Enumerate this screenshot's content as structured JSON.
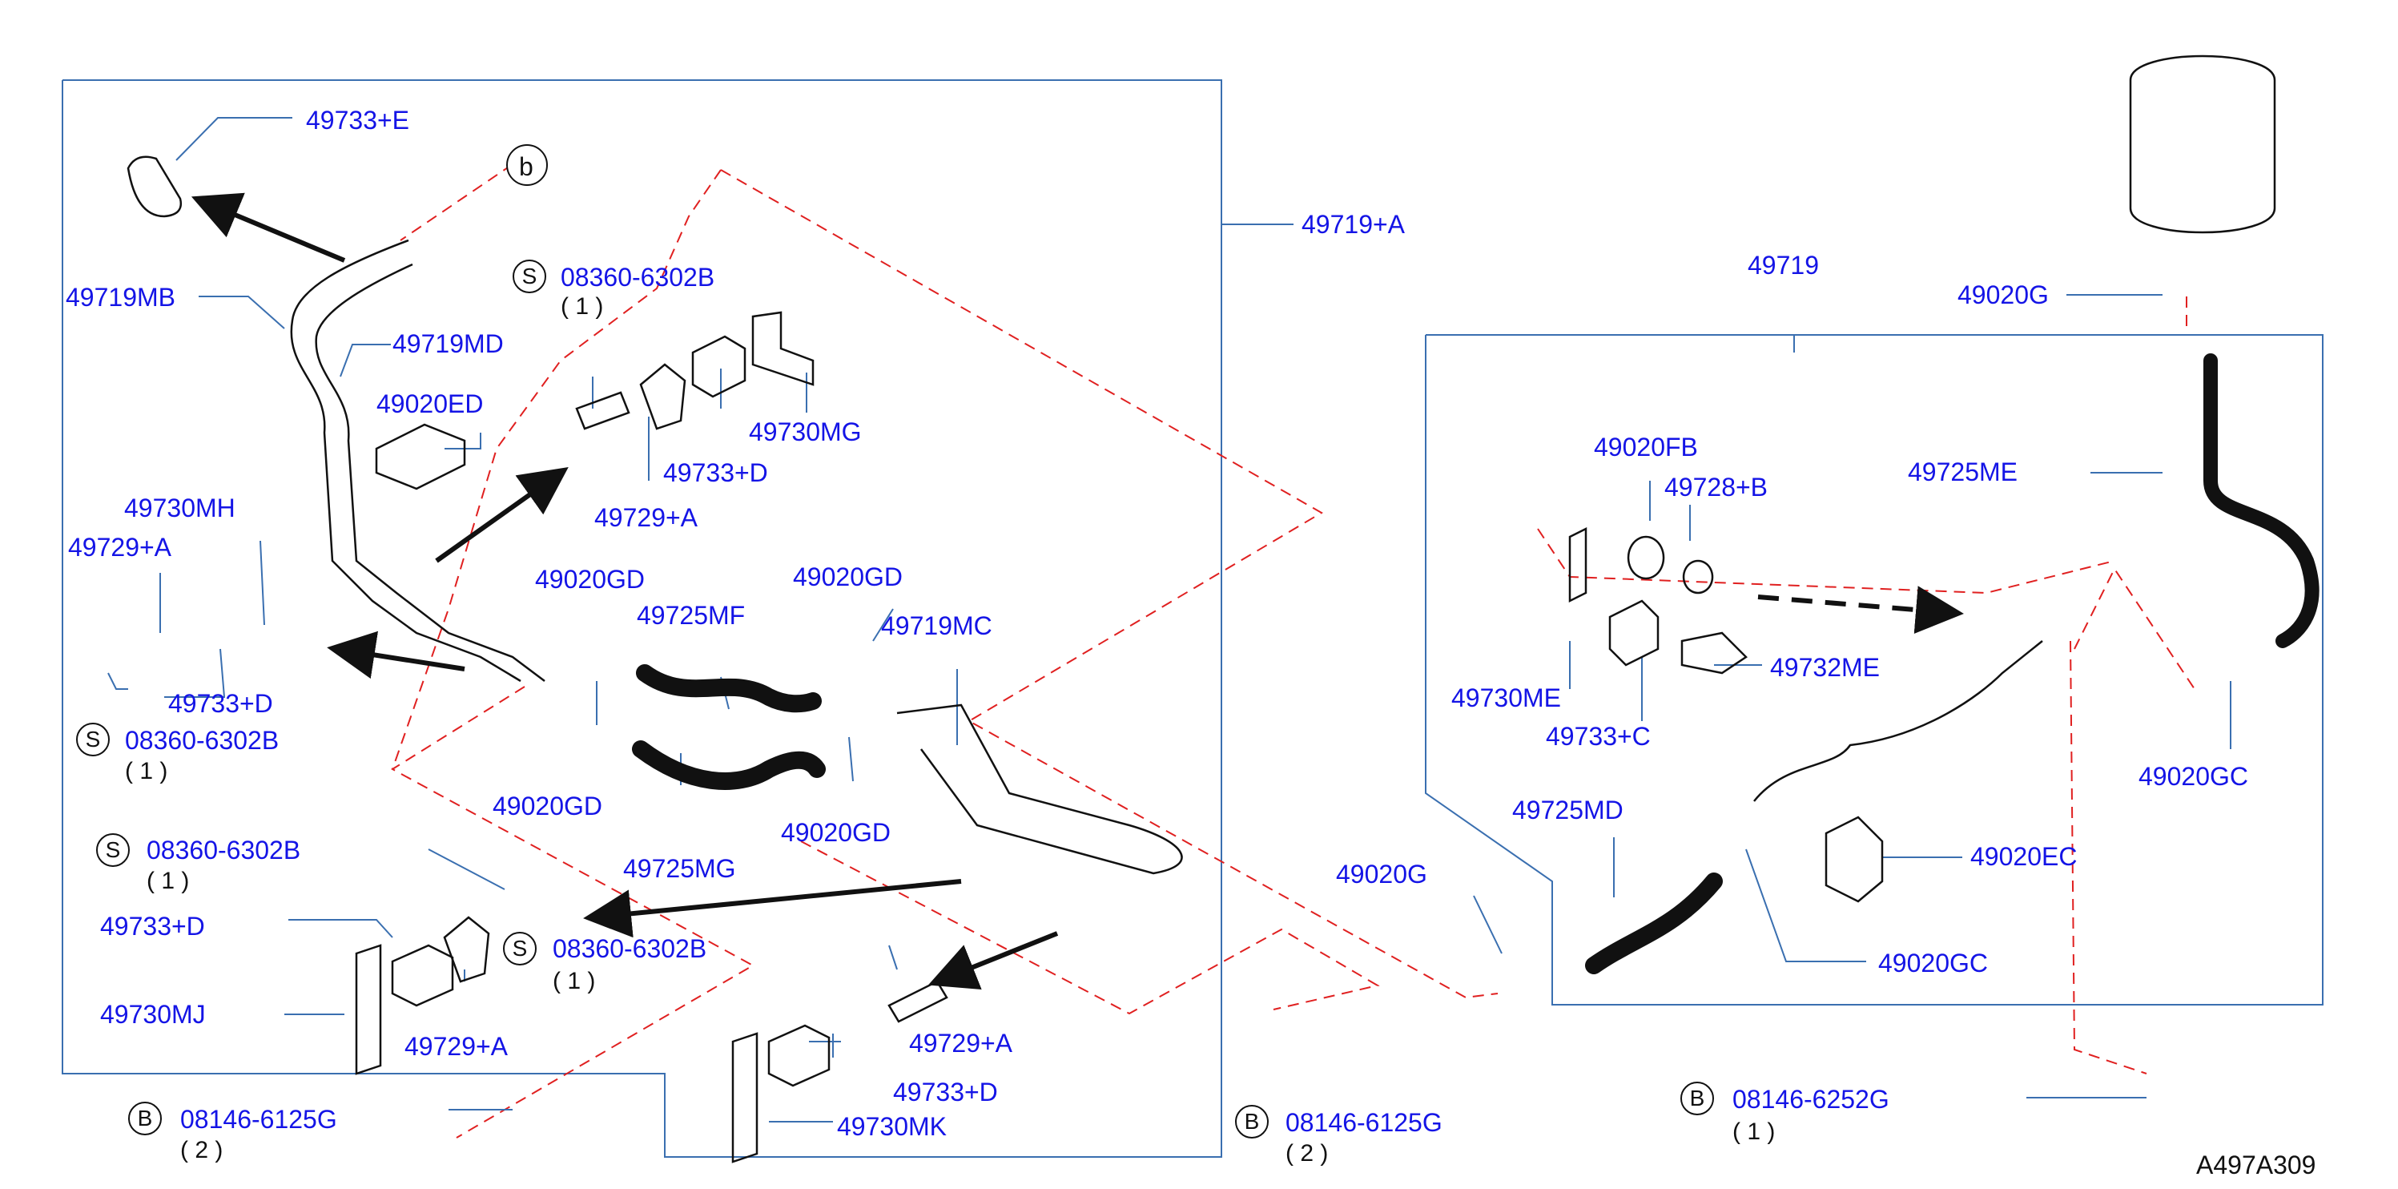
{
  "diagram_code": "A497A309",
  "parts": [
    {
      "id": "p-49733e",
      "text": "49733+E"
    },
    {
      "id": "p-49719a",
      "text": "49719+A"
    },
    {
      "id": "p-49719mb",
      "text": "49719MB"
    },
    {
      "id": "p-49719md",
      "text": "49719MD"
    },
    {
      "id": "p-49020ed",
      "text": "49020ED"
    },
    {
      "id": "p-49730mg",
      "text": "49730MG"
    },
    {
      "id": "p-49733d-1",
      "text": "49733+D"
    },
    {
      "id": "p-49729a-1",
      "text": "49729+A"
    },
    {
      "id": "p-49730mh",
      "text": "49730MH"
    },
    {
      "id": "p-49729a-2",
      "text": "49729+A"
    },
    {
      "id": "p-49733d-2",
      "text": "49733+D"
    },
    {
      "id": "p-49020gd-1",
      "text": "49020GD"
    },
    {
      "id": "p-49725mf",
      "text": "49725MF"
    },
    {
      "id": "p-49020gd-2",
      "text": "49020GD"
    },
    {
      "id": "p-49719mc",
      "text": "49719MC"
    },
    {
      "id": "p-49020gd-3",
      "text": "49020GD"
    },
    {
      "id": "p-49725mg",
      "text": "49725MG"
    },
    {
      "id": "p-49020gd-4",
      "text": "49020GD"
    },
    {
      "id": "p-49733d-3",
      "text": "49733+D"
    },
    {
      "id": "p-49730mj",
      "text": "49730MJ"
    },
    {
      "id": "p-49729a-3",
      "text": "49729+A"
    },
    {
      "id": "p-49729a-4",
      "text": "49729+A"
    },
    {
      "id": "p-49733d-4",
      "text": "49733+D"
    },
    {
      "id": "p-49730mk",
      "text": "49730MK"
    },
    {
      "id": "p-49719",
      "text": "49719"
    },
    {
      "id": "p-49020g-1",
      "text": "49020G"
    },
    {
      "id": "p-49020fb",
      "text": "49020FB"
    },
    {
      "id": "p-49728b",
      "text": "49728+B"
    },
    {
      "id": "p-49725me",
      "text": "49725ME"
    },
    {
      "id": "p-49730me",
      "text": "49730ME"
    },
    {
      "id": "p-49732me",
      "text": "49732ME"
    },
    {
      "id": "p-49733c",
      "text": "49733+C"
    },
    {
      "id": "p-49020gc-1",
      "text": "49020GC"
    },
    {
      "id": "p-49725md",
      "text": "49725MD"
    },
    {
      "id": "p-49020g-2",
      "text": "49020G"
    },
    {
      "id": "p-49020ec",
      "text": "49020EC"
    },
    {
      "id": "p-49020gc-2",
      "text": "49020GC"
    }
  ],
  "fasteners": [
    {
      "id": "s1",
      "badge": "S",
      "code": "08360-6302B",
      "qty": "( 1 )"
    },
    {
      "id": "s2",
      "badge": "S",
      "code": "08360-6302B",
      "qty": "( 1 )"
    },
    {
      "id": "s3",
      "badge": "S",
      "code": "08360-6302B",
      "qty": "( 1 )"
    },
    {
      "id": "s4",
      "badge": "S",
      "code": "08360-6302B",
      "qty": "( 1 )"
    },
    {
      "id": "b1",
      "badge": "B",
      "code": "08146-6125G",
      "qty": "( 2 )"
    },
    {
      "id": "b2",
      "badge": "B",
      "code": "08146-6125G",
      "qty": "( 2 )"
    },
    {
      "id": "b3",
      "badge": "B",
      "code": "08146-6252G",
      "qty": "( 1 )"
    }
  ],
  "ref_markers": [
    {
      "id": "ref-b",
      "text": "b"
    }
  ],
  "colors": {
    "label": "#1414e6",
    "frame": "#3a6fb0",
    "dash": "#e02020",
    "line": "#111111"
  }
}
